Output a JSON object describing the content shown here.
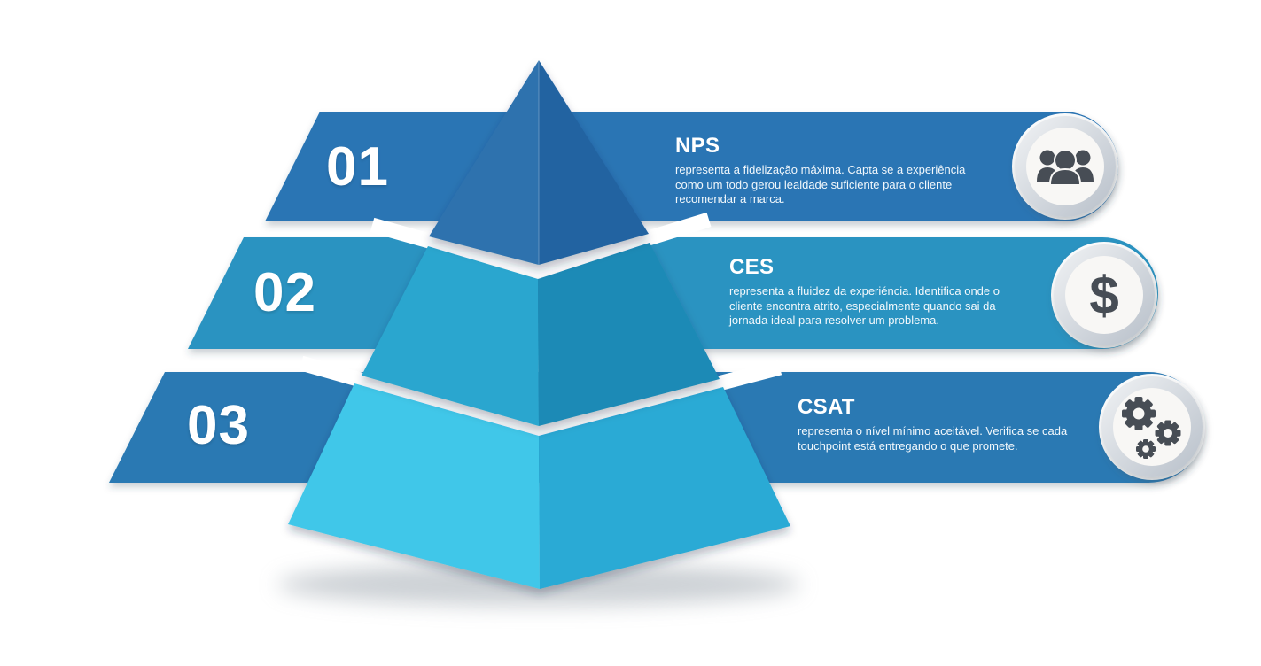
{
  "banners": [
    {
      "number": "01",
      "heading": "NPS",
      "body": "representa a fidelização máxima. Capta se a experiência\ncomo um todo gerou lealdade suficiente para o cliente\nrecomendar a marca.",
      "color": "#2b74b4",
      "icon": "users-icon"
    },
    {
      "number": "02",
      "heading": "CES",
      "body": "representa a fluidez da experiéncia. Identifica onde o\ncliente encontra atrito, especialmente quando sai da\njornada ideal para resolver um problema.",
      "color": "#2a93c1",
      "icon": "dollar-icon"
    },
    {
      "number": "03",
      "heading": "CSAT",
      "body": "representa o nível mínimo aceitável. Verifica se cada\ntouchpoint está entregando o que promete.",
      "color": "#2a79b3",
      "icon": "gears-icon"
    }
  ],
  "pyramid": {
    "levels": [
      {
        "left_color": "#2e72ae",
        "right_color": "#2263a1"
      },
      {
        "left_color": "#2aa6cf",
        "right_color": "#1e8ab6"
      },
      {
        "left_color": "#41c7e9",
        "right_color": "#2aaad5"
      }
    ]
  },
  "icons": {
    "color": "#474d55",
    "dollar_glyph": "$",
    "circle_face_color": "#f8f7f5",
    "circle_ring_outer": "#eef1f3",
    "circle_ring_inner": "#b7bfc9"
  },
  "text_color": "#ffffff"
}
